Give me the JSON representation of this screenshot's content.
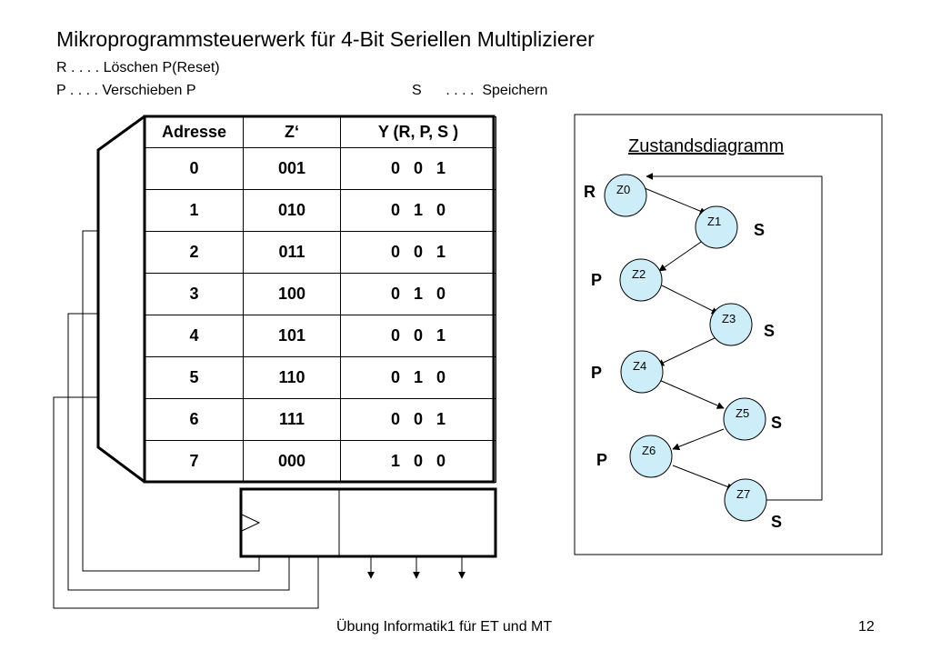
{
  "title": "Mikroprogrammsteuerwerk für 4-Bit Seriellen Multiplizierer",
  "legend": {
    "reset": "R  . . . . Löschen P(Reset)",
    "shift": "P  . . . . Verschieben P",
    "store": "S      . . . .  Speichern"
  },
  "rom_table": {
    "headers": [
      "Adresse",
      "Z‘",
      "Y (R, P, S )"
    ],
    "rows": [
      [
        "0",
        "001",
        "0   0   1"
      ],
      [
        "1",
        "010",
        "0   1   0"
      ],
      [
        "2",
        "011",
        "0   0   1"
      ],
      [
        "3",
        "100",
        "0   1   0"
      ],
      [
        "4",
        "101",
        "0   0   1"
      ],
      [
        "5",
        "110",
        "0   1   0"
      ],
      [
        "6",
        "111",
        "0   0   1"
      ],
      [
        "7",
        "000",
        "1   0   0"
      ]
    ]
  },
  "state_diagram": {
    "title": "Zustandsdiagramm",
    "states": [
      "Z0",
      "Z1",
      "Z2",
      "Z3",
      "Z4",
      "Z5",
      "Z6",
      "Z7"
    ],
    "outputs": [
      "R",
      "S",
      "P",
      "S",
      "P",
      "S",
      "P",
      "S"
    ],
    "node_fill": "#cdeef8"
  },
  "footer": "Übung Informatik1 für ET und MT",
  "page_number": "12"
}
